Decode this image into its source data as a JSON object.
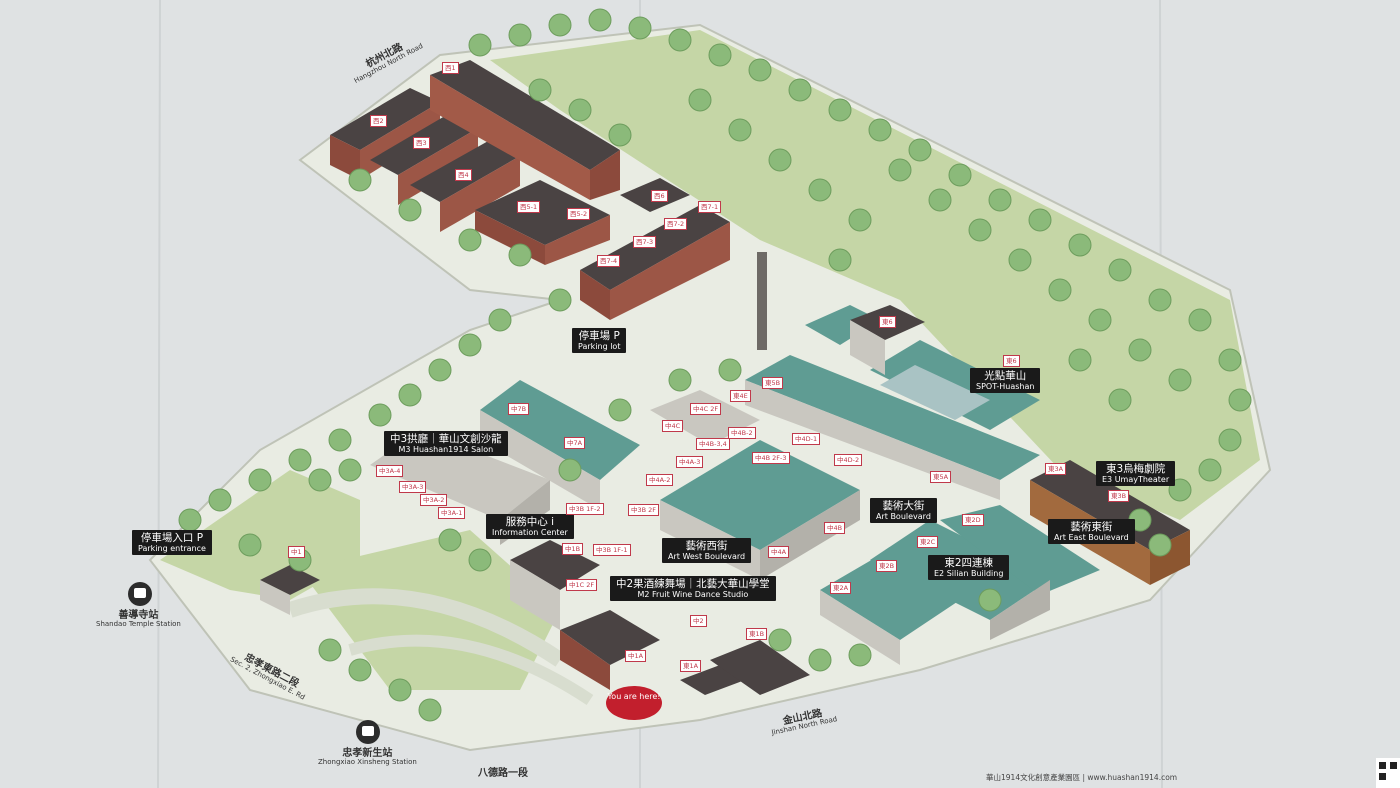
{
  "roads": {
    "hangzhou": {
      "zh": "杭州北路",
      "en": "Hangzhou North Road"
    },
    "jinshan": {
      "zh": "金山北路",
      "en": "Jinshan North Road"
    },
    "zhongxiao": {
      "zh": "忠孝東路二段",
      "en": "Sec. 2, Zhongxiao E. Rd"
    },
    "bade": {
      "zh": "八德路一段",
      "en": ""
    }
  },
  "stations": {
    "shandao": {
      "zh": "善導寺站",
      "en": "Shandao Temple Station"
    },
    "xinsheng": {
      "zh": "忠孝新生站",
      "en": "Zhongxiao Xinsheng Station"
    }
  },
  "places": {
    "parking_lot": {
      "zh": "停車場 P",
      "en": "Parking lot"
    },
    "parking_entrance": {
      "zh": "停車場入口 P",
      "en": "Parking entrance"
    },
    "m3": {
      "zh": "中3拱廳｜華山文創沙龍",
      "en": "M3 Huashan1914 Salon"
    },
    "info": {
      "zh": "服務中心 i",
      "en": "Information Center"
    },
    "art_west": {
      "zh": "藝術西街",
      "en": "Art West Boulevard"
    },
    "art_blvd": {
      "zh": "藝術大街",
      "en": "Art Boulevard"
    },
    "spot": {
      "zh": "光點華山",
      "en": "SPOT-Huashan"
    },
    "umay": {
      "zh": "東3烏梅劇院",
      "en": "E3 UmayTheater"
    },
    "art_east": {
      "zh": "藝術東街",
      "en": "Art East Boulevard"
    },
    "e2": {
      "zh": "東2四連棟",
      "en": "E2 Silian Building"
    },
    "m2": {
      "zh": "中2果酒練舞場｜北藝大華山學堂",
      "en": "M2 Fruit Wine Dance Studio"
    }
  },
  "you_are_here": "You are here!",
  "building_tags": [
    "西1",
    "西2",
    "西3",
    "西4",
    "西5-1",
    "西5-2",
    "西6",
    "西7-1",
    "西7-2",
    "西7-3",
    "西7-4",
    "東6",
    "東5B",
    "東5A",
    "東6",
    "東4E",
    "中4C 2F",
    "中4C",
    "中4B-2",
    "中4B-3,4",
    "中4A-3",
    "中4A-2",
    "中4D-1",
    "中4D-2",
    "中4B 2F-3",
    "中4B",
    "中4A",
    "中7B",
    "中7A",
    "中3A-4",
    "中3A-3",
    "中3A-2",
    "中3A-1",
    "中3B 1F-2",
    "中3B 2F",
    "中3B 1F-1",
    "中1B",
    "中1C 2F",
    "中1",
    "中2",
    "中1A",
    "東1A",
    "東1B",
    "東3A",
    "東3B",
    "東2D",
    "東2C",
    "東2B",
    "東2A"
  ],
  "footer": {
    "park_name": "華山1914文化創意產業園區",
    "url": "www.huashan1914.com"
  },
  "colors": {
    "ground": "#dfe2e3",
    "lawn": "#c8d7ad",
    "path": "#e7ebdf",
    "brick": "#8c4a3c",
    "roof_dark": "#4a4343",
    "roof_teal": "#5f9c93",
    "wall_gray": "#c9c7c0",
    "tree": "#8bba7a",
    "accent_red": "#c21f2d"
  }
}
